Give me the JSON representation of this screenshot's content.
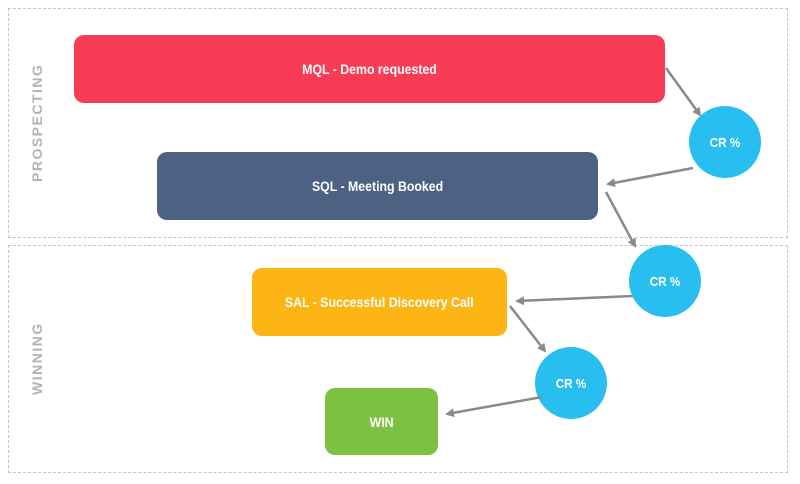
{
  "diagram": {
    "sections": [
      {
        "label": "PROSPECTING",
        "stages": [
          {
            "id": "mql",
            "label": "MQL - Demo requested",
            "color": "#F93C56"
          },
          {
            "id": "sql",
            "label": "SQL - Meeting Booked",
            "color": "#4D6182"
          }
        ]
      },
      {
        "label": "WINNING",
        "stages": [
          {
            "id": "sal",
            "label": "SAL - Successful Discovery Call",
            "color": "#FDB515"
          },
          {
            "id": "win",
            "label": "WIN",
            "color": "#7CC142"
          }
        ]
      }
    ],
    "conversion_nodes": [
      {
        "label": "CR %",
        "color": "#29BEF0"
      },
      {
        "label": "CR %",
        "color": "#29BEF0"
      },
      {
        "label": "CR %",
        "color": "#29BEF0"
      }
    ],
    "colors": {
      "arrow": "#8A8A8A",
      "section_border": "#C6C6C6",
      "section_label_text": "#B3B3B3",
      "stage_text": "#FFFFFF"
    }
  }
}
